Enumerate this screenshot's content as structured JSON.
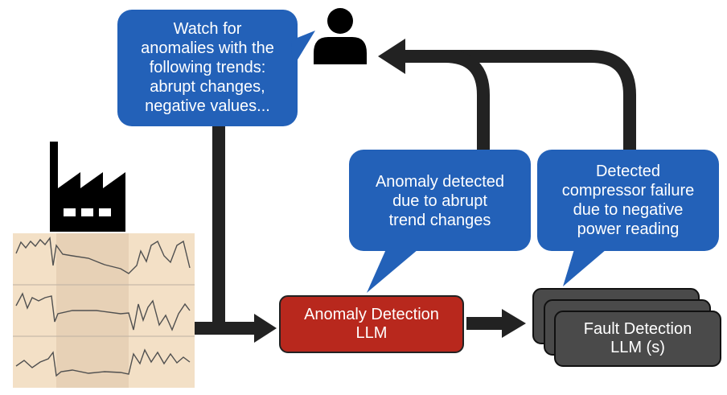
{
  "instruction_bubble": {
    "text": "Watch for\nanomalies with the\nfollowing trends:\nabrupt changes,\nnegative values..."
  },
  "anomaly_bubble": {
    "text": "Anomaly detected\ndue to abrupt\ntrend changes"
  },
  "fault_bubble": {
    "text": "Detected\ncompressor failure\ndue to negative\npower reading"
  },
  "anomaly_llm": {
    "label": "Anomaly Detection\nLLM",
    "color": "#b8281d"
  },
  "fault_llm": {
    "label": "Fault Detection\nLLM (s)",
    "color": "#4a4a4a"
  },
  "colors": {
    "bubble": "#2361b8",
    "arrow": "#222222",
    "sensor_panel": "#f3e0c6",
    "sensor_highlight": "#e7d1b6",
    "signal": "#505050"
  },
  "icons": {
    "user": "user-icon",
    "factory": "factory-icon"
  }
}
